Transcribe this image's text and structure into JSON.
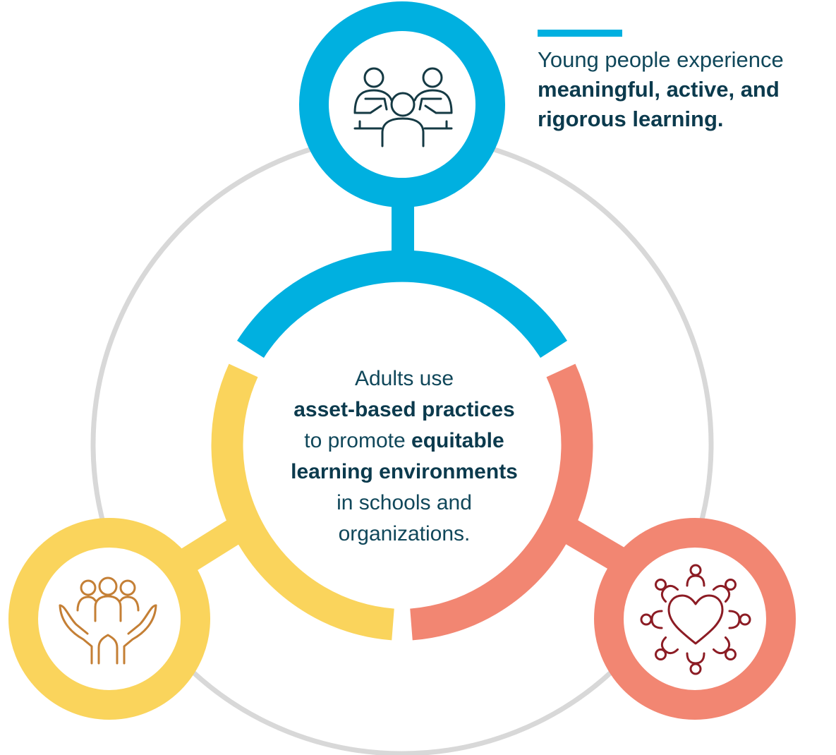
{
  "colors": {
    "blue": "#00b0e0",
    "yellow": "#fad45c",
    "salmon": "#f28672",
    "gray_ring": "#d8d8d8",
    "text": "#0b3a4d",
    "icon_dark": "#153a44",
    "icon_gold": "#c47f35",
    "icon_maroon": "#8c1c24"
  },
  "top_caption": {
    "lead": "Young people experience",
    "bold_line_1": "meaningful, active, and",
    "bold_line_2": "rigorous learning."
  },
  "center": {
    "line1": "Adults use",
    "bold1": "asset-based practices",
    "pre2": "to promote ",
    "bold2": "equitable",
    "bold3": "learning environments",
    "line4": "in schools and",
    "line5": "organizations."
  },
  "icons": {
    "top": "people-meeting-at-table-icon",
    "left": "hands-holding-people-icon",
    "right": "people-around-heart-icon"
  }
}
